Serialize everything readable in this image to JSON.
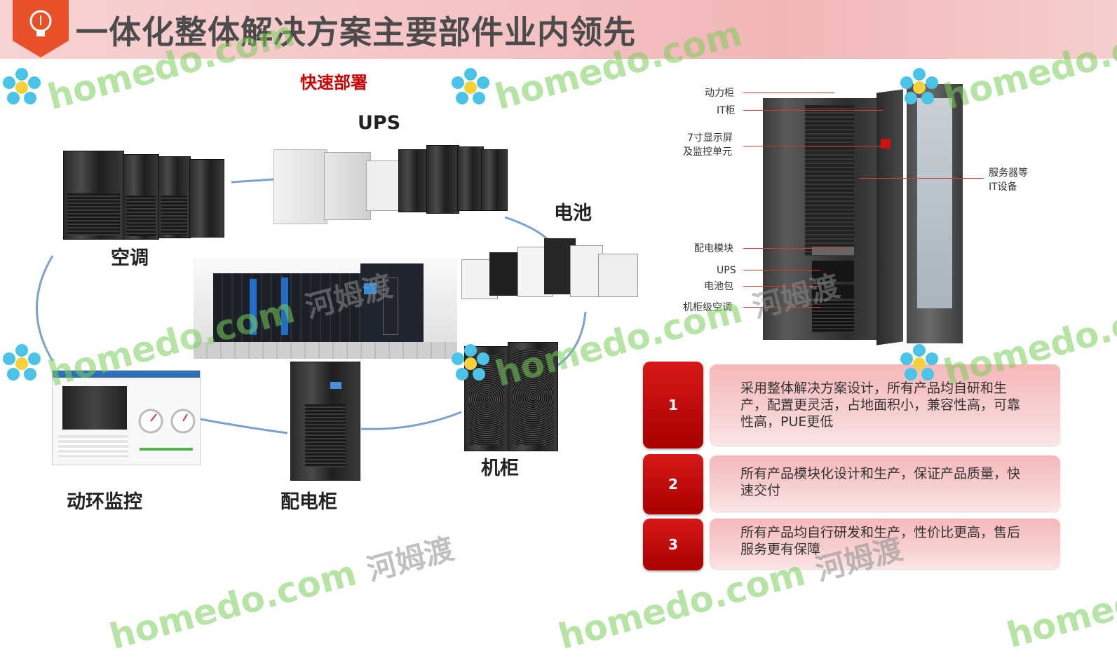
{
  "header": {
    "title": "一体化整体解决方案主要部件业内领先",
    "logo_icon": "lightbulb-icon",
    "band_color": "#f4c3c5",
    "badge_color": "#e8502a"
  },
  "left_section": {
    "title": "快速部署",
    "items": {
      "ups": "UPS",
      "battery": "电池",
      "ac": "空调",
      "cabinet": "机柜",
      "monitor": "动环监控",
      "pdu": "配电柜"
    }
  },
  "cabinet_callouts": {
    "power_cabinet": "动力柜",
    "it_cabinet": "IT柜",
    "display_line1": "7寸显示屏",
    "display_line2": "及监控单元",
    "server_line1": "服务器等",
    "server_line2": "IT设备",
    "pdu_module": "配电模块",
    "ups": "UPS",
    "battery_pack": "电池包",
    "cabinet_ac": "机柜级空调"
  },
  "features": [
    {
      "number": "1",
      "text": "采用整体解决方案设计，所有产品均自研和生产，配置更灵活，占地面积小，兼容性高，可靠性高，PUE更低"
    },
    {
      "number": "2",
      "text": "所有产品模块化设计和生产，保证产品质量，快速交付"
    },
    {
      "number": "3",
      "text": "所有产品均自行研发和生产，性价比更高，售后服务更有保障"
    }
  ],
  "watermark": {
    "latin": "homedo.com",
    "cn": "河姆渡"
  },
  "colors": {
    "accent_red": "#c00000",
    "watermark_green": "#78cd5a"
  }
}
